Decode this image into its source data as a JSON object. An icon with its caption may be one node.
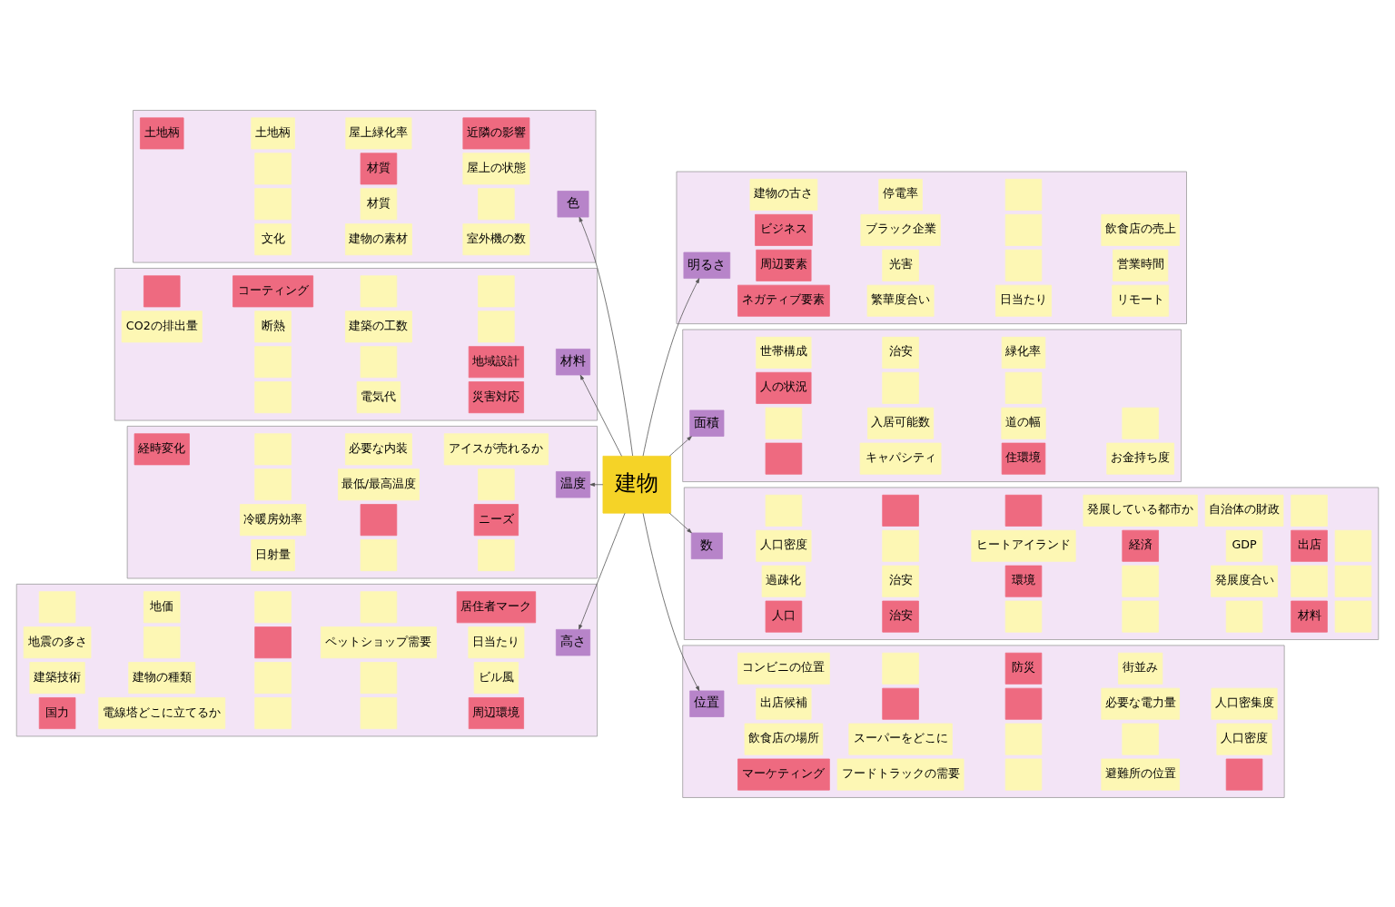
{
  "diagram": {
    "nodes": [
      {
        "text": [],
        "shape": "box"
      },
      {
        "text": [
          "土地柄"
        ],
        "in": 0
      },
      {
        "text": [],
        "shape": "box",
        "in": 0
      },
      {
        "text": [],
        "shape": "box",
        "in": 0
      },
      {
        "text": [
          "文化"
        ],
        "in": 0
      },
      {
        "text": [
          "土地柄"
        ],
        "in": 0
      },
      {
        "text": [
          "材質"
        ],
        "in": 0
      },
      {
        "text": [
          "材質"
        ],
        "in": 0
      },
      {
        "text": [
          "建物の素材"
        ],
        "in": 0
      },
      {
        "text": [
          "屋上緑化率"
        ],
        "in": 0
      },
      {
        "text": [
          "屋上の状態"
        ],
        "in": 0
      },
      {
        "text": [],
        "shape": "box",
        "in": 0
      },
      {
        "text": [
          "室外機の数"
        ],
        "in": 0
      },
      {
        "text": [
          "近隣の影響"
        ],
        "in": 0
      },
      {
        "text": [
          "色"
        ],
        "in": 0
      },
      {
        "text": [],
        "shape": "box"
      },
      {
        "text": [
          "ネガティブ要素"
        ],
        "in": 15
      },
      {
        "text": [
          "周辺要素"
        ],
        "in": 15
      },
      {
        "text": [
          "ビジネス"
        ],
        "in": 15
      },
      {
        "text": [
          "建物の古さ"
        ],
        "in": 15
      },
      {
        "text": [
          "繁華度合い"
        ],
        "in": 15
      },
      {
        "text": [
          "光害"
        ],
        "in": 15
      },
      {
        "text": [
          "ブラック企業"
        ],
        "in": 15
      },
      {
        "text": [
          "停電率"
        ],
        "in": 15
      },
      {
        "text": [
          "日当たり"
        ],
        "in": 15
      },
      {
        "text": [],
        "shape": "box",
        "in": 15
      },
      {
        "text": [],
        "shape": "box",
        "in": 15
      },
      {
        "text": [],
        "shape": "box",
        "in": 15
      },
      {
        "text": [
          "リモート"
        ],
        "in": 15
      },
      {
        "text": [
          "営業時間"
        ],
        "in": 15
      },
      {
        "text": [
          "飲食店の売上"
        ],
        "in": 15
      },
      {
        "text": [
          "明るさ"
        ],
        "in": 15
      },
      {
        "text": [],
        "shape": "box"
      },
      {
        "text": [],
        "shape": "box",
        "in": 32
      },
      {
        "text": [
          "CO2の排出量"
        ],
        "in": 32
      },
      {
        "text": [],
        "shape": "box",
        "in": 32
      },
      {
        "text": [],
        "shape": "box",
        "in": 32
      },
      {
        "text": [
          "コーティング"
        ],
        "in": 32
      },
      {
        "text": [
          "断熱"
        ],
        "in": 32
      },
      {
        "text": [],
        "shape": "box",
        "in": 32
      },
      {
        "text": [
          "電気代"
        ],
        "in": 32
      },
      {
        "text": [],
        "shape": "box",
        "in": 32
      },
      {
        "text": [
          "建築の工数"
        ],
        "in": 32
      },
      {
        "text": [
          "地域設計"
        ],
        "in": 32
      },
      {
        "text": [
          "災害対応"
        ],
        "in": 32
      },
      {
        "text": [],
        "shape": "box",
        "in": 32
      },
      {
        "text": [],
        "shape": "box",
        "in": 32
      },
      {
        "text": [
          "材料"
        ],
        "in": 32
      },
      {
        "text": [],
        "shape": "box"
      },
      {
        "text": [],
        "shape": "box",
        "in": 48
      },
      {
        "text": [],
        "shape": "box",
        "in": 48
      },
      {
        "text": [
          "人の状況"
        ],
        "in": 48
      },
      {
        "text": [
          "世帯構成"
        ],
        "in": 48
      },
      {
        "text": [
          "キャパシティ"
        ],
        "in": 48
      },
      {
        "text": [
          "入居可能数"
        ],
        "in": 48
      },
      {
        "text": [],
        "shape": "box",
        "in": 48
      },
      {
        "text": [
          "治安"
        ],
        "in": 48
      },
      {
        "text": [
          "住環境"
        ],
        "in": 48
      },
      {
        "text": [
          "道の幅"
        ],
        "in": 48
      },
      {
        "text": [],
        "shape": "box",
        "in": 48
      },
      {
        "text": [
          "緑化率"
        ],
        "in": 48
      },
      {
        "text": [
          "お金持ち度"
        ],
        "in": 48
      },
      {
        "text": [],
        "shape": "box",
        "in": 48
      },
      {
        "text": [
          "面積"
        ],
        "in": 48
      },
      {
        "text": [
          "建物"
        ]
      },
      {
        "text": [],
        "shape": "box"
      },
      {
        "text": [
          "経時変化"
        ],
        "in": 65
      },
      {
        "text": [],
        "shape": "box",
        "in": 65
      },
      {
        "text": [
          "冷暖房効率"
        ],
        "in": 65
      },
      {
        "text": [
          "日射量"
        ],
        "in": 65
      },
      {
        "text": [],
        "shape": "box",
        "in": 65
      },
      {
        "text": [
          "最低/最高温度"
        ],
        "in": 65
      },
      {
        "text": [],
        "shape": "box",
        "in": 65
      },
      {
        "text": [],
        "shape": "box",
        "in": 65
      },
      {
        "text": [
          "必要な内装"
        ],
        "in": 65
      },
      {
        "text": [],
        "shape": "box",
        "in": 65
      },
      {
        "text": [
          "ニーズ"
        ],
        "in": 65
      },
      {
        "text": [],
        "shape": "box",
        "in": 65
      },
      {
        "text": [
          "アイスが売れるか"
        ],
        "in": 65
      },
      {
        "text": [
          "温度"
        ],
        "in": 65
      },
      {
        "text": [],
        "shape": "box"
      },
      {
        "text": [
          "人口"
        ],
        "in": 80
      },
      {
        "text": [
          "過疎化"
        ],
        "in": 80
      },
      {
        "text": [
          "人口密度"
        ],
        "in": 80
      },
      {
        "text": [],
        "shape": "box",
        "in": 80
      },
      {
        "text": [
          "治安"
        ],
        "in": 80
      },
      {
        "text": [
          "治安"
        ],
        "in": 80
      },
      {
        "text": [],
        "shape": "box",
        "in": 80
      },
      {
        "text": [],
        "shape": "box",
        "in": 80
      },
      {
        "text": [],
        "shape": "box",
        "in": 80
      },
      {
        "text": [
          "環境"
        ],
        "in": 80
      },
      {
        "text": [
          "ヒートアイランド"
        ],
        "in": 80
      },
      {
        "text": [],
        "shape": "box",
        "in": 80
      },
      {
        "text": [],
        "shape": "box",
        "in": 80
      },
      {
        "text": [],
        "shape": "box",
        "in": 80
      },
      {
        "text": [
          "経済"
        ],
        "in": 80
      },
      {
        "text": [
          "発展している都市か"
        ],
        "in": 80
      },
      {
        "text": [],
        "shape": "box",
        "in": 80
      },
      {
        "text": [
          "発展度合い"
        ],
        "in": 80
      },
      {
        "text": [
          "GDP"
        ],
        "in": 80
      },
      {
        "text": [
          "自治体の財政"
        ],
        "in": 80
      },
      {
        "text": [
          "材料"
        ],
        "in": 80
      },
      {
        "text": [],
        "shape": "box",
        "in": 80
      },
      {
        "text": [
          "出店"
        ],
        "in": 80
      },
      {
        "text": [],
        "shape": "box",
        "in": 80
      },
      {
        "text": [],
        "shape": "box",
        "in": 80
      },
      {
        "text": [],
        "shape": "box",
        "in": 80
      },
      {
        "text": [],
        "shape": "box",
        "in": 80
      },
      {
        "text": [
          "数"
        ],
        "in": 80
      },
      {
        "text": [],
        "shape": "box"
      },
      {
        "text": [],
        "shape": "box",
        "in": 109
      },
      {
        "text": [
          "地震の多さ"
        ],
        "in": 109
      },
      {
        "text": [
          "建築技術"
        ],
        "in": 109
      },
      {
        "text": [
          "国力"
        ],
        "in": 109
      },
      {
        "text": [
          "地価"
        ],
        "in": 109
      },
      {
        "text": [],
        "shape": "box",
        "in": 109
      },
      {
        "text": [
          "建物の種類"
        ],
        "in": 109
      },
      {
        "text": [
          "高さ"
        ],
        "in": 109
      },
      {
        "text": [
          "電線塔どこに立てるか"
        ],
        "in": 109
      },
      {
        "text": [],
        "shape": "box",
        "in": 109
      },
      {
        "text": [],
        "shape": "box",
        "in": 109
      },
      {
        "text": [],
        "shape": "box",
        "in": 109
      },
      {
        "text": [],
        "shape": "box",
        "in": 109
      },
      {
        "text": [],
        "shape": "box",
        "in": 109
      },
      {
        "text": [
          "ペットショップ需要"
        ],
        "in": 109
      },
      {
        "text": [],
        "shape": "box",
        "in": 109
      },
      {
        "text": [],
        "shape": "box",
        "in": 109
      },
      {
        "text": [
          "居住者マーク"
        ],
        "in": 109
      },
      {
        "text": [
          "日当たり"
        ],
        "in": 109
      },
      {
        "text": [
          "ビル風"
        ],
        "in": 109
      },
      {
        "text": [
          "周辺環境"
        ],
        "in": 109
      },
      {
        "text": [],
        "shape": "box"
      },
      {
        "text": [
          "位置"
        ],
        "in": 131
      },
      {
        "text": [
          "マーケティング"
        ],
        "in": 131
      },
      {
        "text": [
          "飲食店の場所"
        ],
        "in": 131
      },
      {
        "text": [
          "出店候補"
        ],
        "in": 131
      },
      {
        "text": [
          "コンビニの位置"
        ],
        "in": 131
      },
      {
        "text": [
          "フードトラックの需要"
        ],
        "in": 131
      },
      {
        "text": [
          "スーパーをどこに"
        ],
        "in": 131
      },
      {
        "text": [],
        "shape": "box",
        "in": 131
      },
      {
        "text": [],
        "shape": "box",
        "in": 131
      },
      {
        "text": [],
        "shape": "box",
        "in": 131
      },
      {
        "text": [],
        "shape": "box",
        "in": 131
      },
      {
        "text": [],
        "shape": "box",
        "in": 131
      },
      {
        "text": [
          "防災"
        ],
        "in": 131
      },
      {
        "text": [
          "避難所の位置"
        ],
        "in": 131
      },
      {
        "text": [],
        "shape": "box",
        "in": 131
      },
      {
        "text": [
          "必要な電力量"
        ],
        "in": 131
      },
      {
        "text": [
          "街並み"
        ],
        "in": 131
      },
      {
        "text": [],
        "shape": "box",
        "in": 131
      },
      {
        "text": [
          "人口密度"
        ],
        "in": 131
      },
      {
        "text": [
          "人口密集度"
        ],
        "in": 131
      }
    ],
    "edges": [
      {
        "from": 64,
        "to": 14,
        "arrow": "to"
      },
      {
        "from": 64,
        "to": 31,
        "arrow": "to"
      },
      {
        "from": 64,
        "to": 47,
        "arrow": "to"
      },
      {
        "from": 64,
        "to": 63,
        "arrow": "to"
      },
      {
        "from": 64,
        "to": 79,
        "arrow": "to"
      },
      {
        "from": 64,
        "to": 108,
        "arrow": "to"
      },
      {
        "from": 64,
        "to": 117,
        "arrow": "to"
      },
      {
        "from": 64,
        "to": 132,
        "arrow": "to"
      }
    ]
  }
}
